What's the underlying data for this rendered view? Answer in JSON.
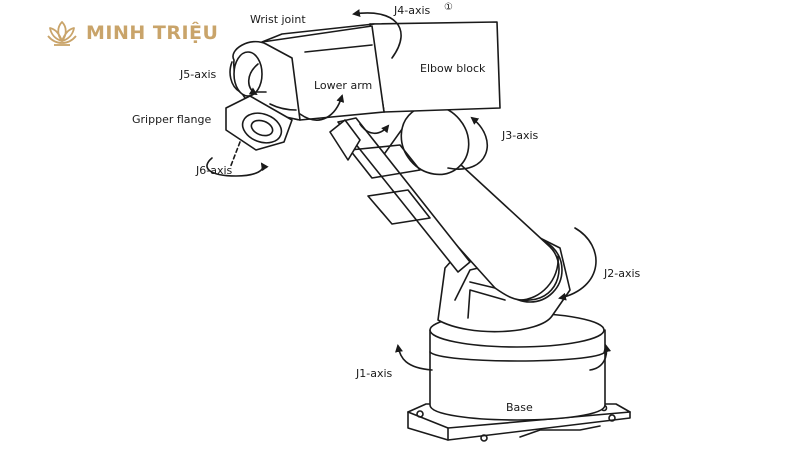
{
  "brand": {
    "name": "MINH TRIỆU",
    "color": "#c9a46a"
  },
  "colors": {
    "line": "#1a1a1a",
    "background": "#ffffff"
  },
  "labels": {
    "wrist_joint": "Wrist joint",
    "j4_axis": "J4-axis",
    "j4_marker": "①",
    "j5_axis": "J5-axis",
    "lower_arm": "Lower arm",
    "elbow_block": "Elbow block",
    "gripper_flange": "Gripper flange",
    "j3_axis": "J3-axis",
    "j6_axis": "J6-axis",
    "j2_axis": "J2-axis",
    "j1_axis": "J1-axis",
    "base": "Base"
  }
}
